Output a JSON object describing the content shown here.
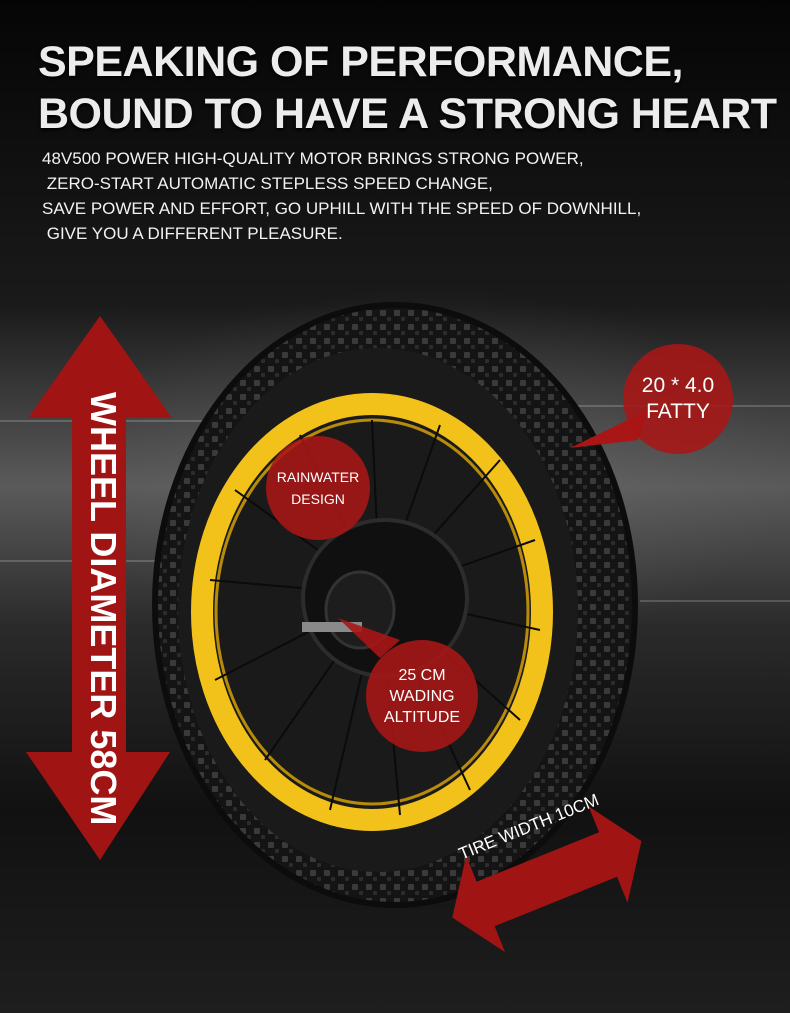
{
  "headline": {
    "line1": "SPEAKING OF PERFORMANCE,",
    "line2": "BOUND TO HAVE A STRONG HEART"
  },
  "description": [
    "48V500 POWER HIGH-QUALITY MOTOR BRINGS STRONG POWER,",
    " ZERO-START AUTOMATIC STEPLESS SPEED CHANGE,",
    "SAVE POWER AND EFFORT, GO UPHILL WITH THE SPEED OF DOWNHILL,",
    " GIVE YOU A DIFFERENT PLEASURE."
  ],
  "callouts": {
    "tire_size": {
      "line1": "20 * 4.0",
      "line2": "FATTY"
    },
    "rainwater": {
      "line1": "RAINWATER",
      "line2": "DESIGN"
    },
    "wading": {
      "line1": "25 CM",
      "line2": "WADING",
      "line3": "ALTITUDE"
    }
  },
  "wheel_diameter_label": "WHEEL DIAMETER 58CM",
  "tire_width_label": "TIRE WIDTH 10CM",
  "colors": {
    "accent_red": "#a81616",
    "rim_yellow": "#f2c21b",
    "tire_black": "#161616"
  }
}
